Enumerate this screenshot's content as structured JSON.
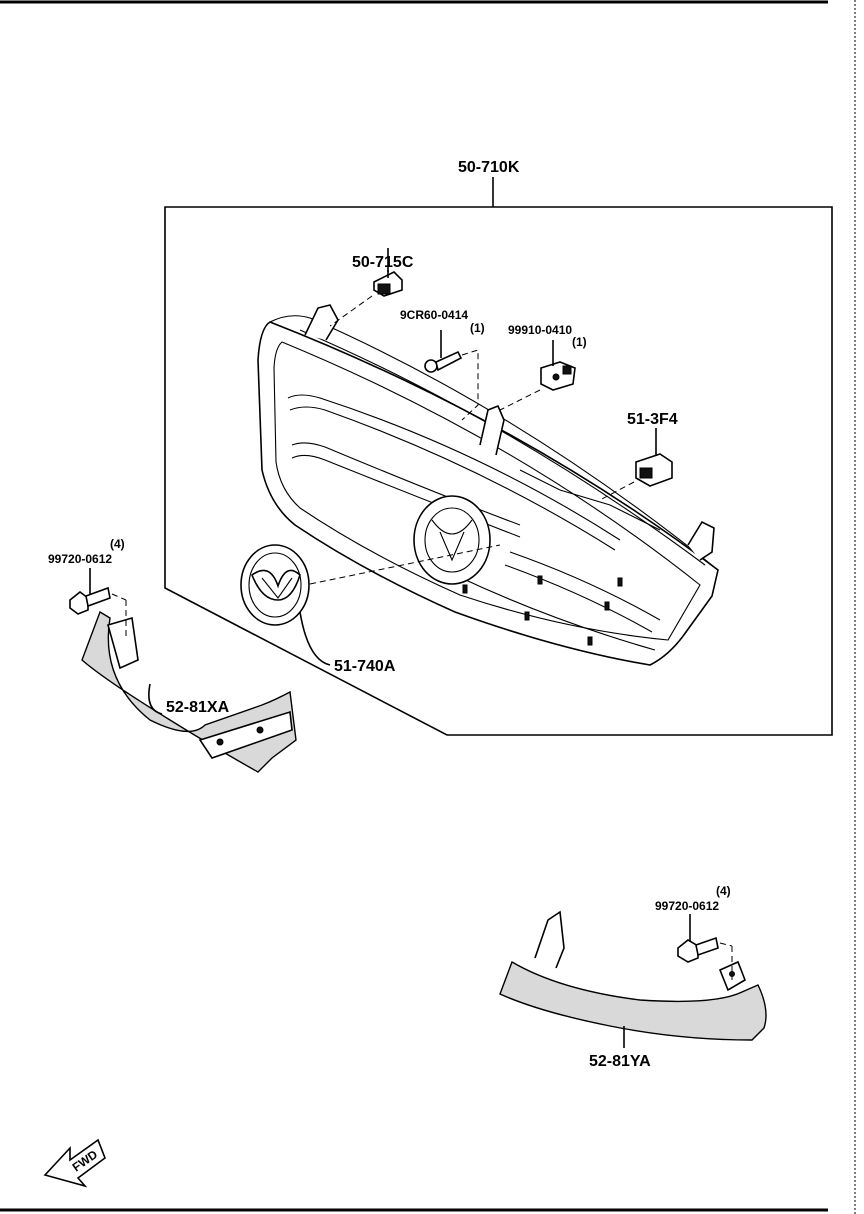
{
  "labels": {
    "grille_assembly": "50-710K",
    "upper_clip": "50-715C",
    "screw_qty": "(1)",
    "screw": "9CR60-0414",
    "clip_qty": "(1)",
    "clip": "99910-0410",
    "side_clip": "51-3F4",
    "emblem": "51-740A",
    "bolt_left_qty": "(4)",
    "bolt_left": "99720-0612",
    "molding_left": "52-81XA",
    "bolt_right_qty": "(4)",
    "bolt_right": "99720-0612",
    "molding_right": "52-81YA",
    "fwd": "FWD"
  },
  "icons": {
    "fwd_arrow": "fwd-arrow-icon",
    "emblem": "mazda-emblem-icon"
  }
}
